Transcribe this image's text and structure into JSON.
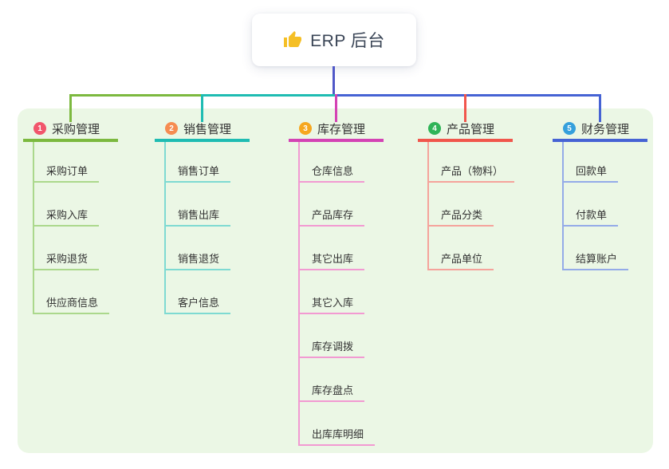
{
  "root": {
    "title": "ERP 后台",
    "icon": "thumbs-up-icon",
    "icon_color": "#F5BF25",
    "card_bg": "#ffffff",
    "text_color": "#3A4556",
    "trunk_line_color": "#5058C8"
  },
  "panel": {
    "bg_color": "#EBF7E5"
  },
  "branches": [
    {
      "badge": "1",
      "badge_color": "#F1566C",
      "label": "采购管理",
      "accent_color": "#7CB93F",
      "light_color": "#ABD88C",
      "children": [
        "采购订单",
        "采购入库",
        "采购退货",
        "供应商信息"
      ]
    },
    {
      "badge": "2",
      "badge_color": "#F68C51",
      "label": "销售管理",
      "accent_color": "#1FBCB2",
      "light_color": "#7EDAD2",
      "children": [
        "销售订单",
        "销售出库",
        "销售退货",
        "客户信息"
      ]
    },
    {
      "badge": "3",
      "badge_color": "#F6A71F",
      "label": "库存管理",
      "accent_color": "#D443B4",
      "light_color": "#F29AD2",
      "children": [
        "仓库信息",
        "产品库存",
        "其它出库",
        "其它入库",
        "库存调拨",
        "库存盘点",
        "出库库明细"
      ]
    },
    {
      "badge": "4",
      "badge_color": "#2FB457",
      "label": "产品管理",
      "accent_color": "#F1564C",
      "light_color": "#F5A39B",
      "children": [
        "产品（物料）",
        "产品分类",
        "产品单位"
      ]
    },
    {
      "badge": "5",
      "badge_color": "#35A0DC",
      "label": "财务管理",
      "accent_color": "#4663D4",
      "light_color": "#94ABE8",
      "children": [
        "回款单",
        "付款单",
        "结算账户"
      ]
    }
  ]
}
